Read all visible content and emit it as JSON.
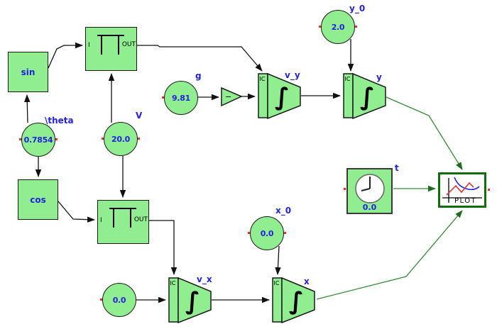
{
  "blocks": {
    "sin": {
      "label": "sin"
    },
    "cos": {
      "label": "cos"
    },
    "product1": {
      "in": "I",
      "out": "OUT"
    },
    "product2": {
      "in": "I",
      "out": "OUT"
    },
    "gain": {
      "symbol": "−"
    },
    "int_vy": {
      "label": "v_y",
      "ic": "IC"
    },
    "int_y": {
      "label": "y",
      "ic": "IC"
    },
    "int_vx": {
      "label": "v_x",
      "ic": "IC"
    },
    "int_x": {
      "label": "x",
      "ic": "IC"
    },
    "clock": {
      "label": "t",
      "value": "0.0"
    },
    "plot": {
      "label": "PLOT"
    }
  },
  "constants": {
    "theta": {
      "label": "\\theta",
      "value": "0.7854"
    },
    "v": {
      "label": "V",
      "value": "20.0"
    },
    "g": {
      "label": "g",
      "value": "9.81"
    },
    "y0": {
      "label": "y_0",
      "value": "2.0"
    },
    "x0": {
      "label": "x_0",
      "value": "0.0"
    },
    "vx0": {
      "value": "0.0"
    }
  },
  "icons": {
    "integral": "∫"
  },
  "colors": {
    "block_fill": "#90ee90",
    "block_border": "#1a1a1a",
    "label_blue": "#2323dd",
    "wire_black": "#111111",
    "wire_green": "#358a35",
    "plot_border_green": "#0e6e0e",
    "plot_line_red": "#dd3333",
    "plot_line_blue": "#2222ee",
    "port_marker_red": "#ff0000"
  }
}
